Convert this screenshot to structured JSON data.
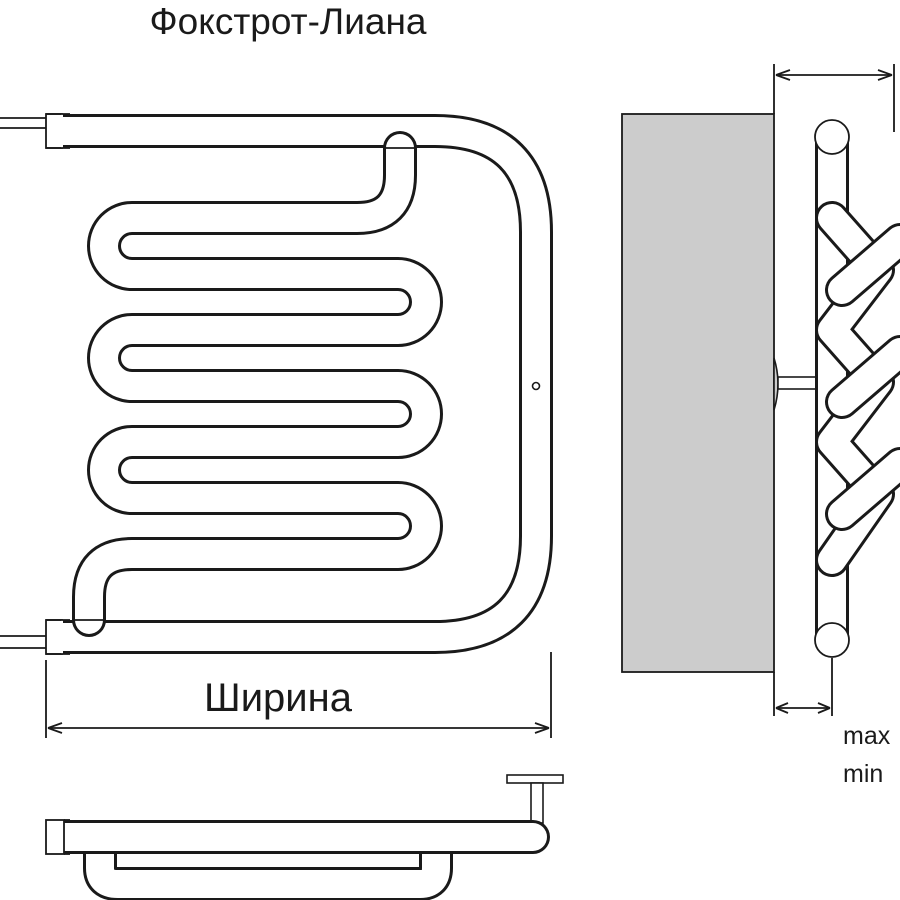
{
  "title": "Фокстрот-Лиана",
  "width_label": "Ширина",
  "side_labels": {
    "max": "max",
    "min": "min"
  },
  "colors": {
    "wall": "#cccccc",
    "stroke": "#1a1a1a",
    "background": "#ffffff"
  }
}
